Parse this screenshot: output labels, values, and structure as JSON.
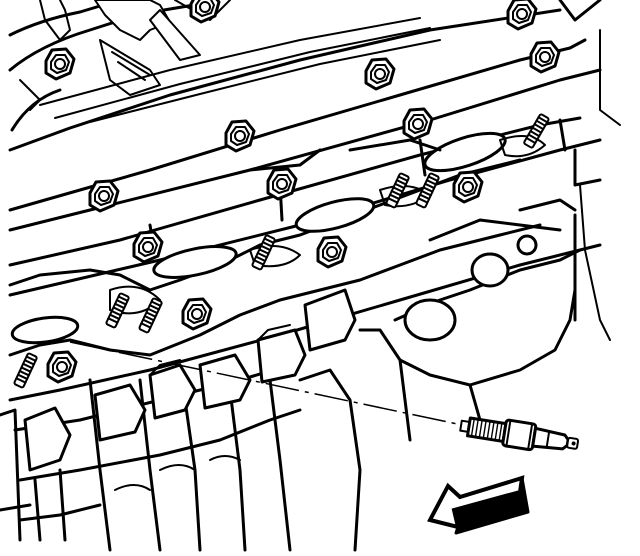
{
  "figure": {
    "type": "line-art service illustration",
    "subject_parts": [
      "cylinder-head",
      "exhaust-manifold-gasket-surface",
      "manifold-bolts",
      "manifold-studs",
      "spark-plug",
      "installation-direction-arrow"
    ],
    "colors": {
      "line": "#000000",
      "background": "#ffffff"
    }
  }
}
